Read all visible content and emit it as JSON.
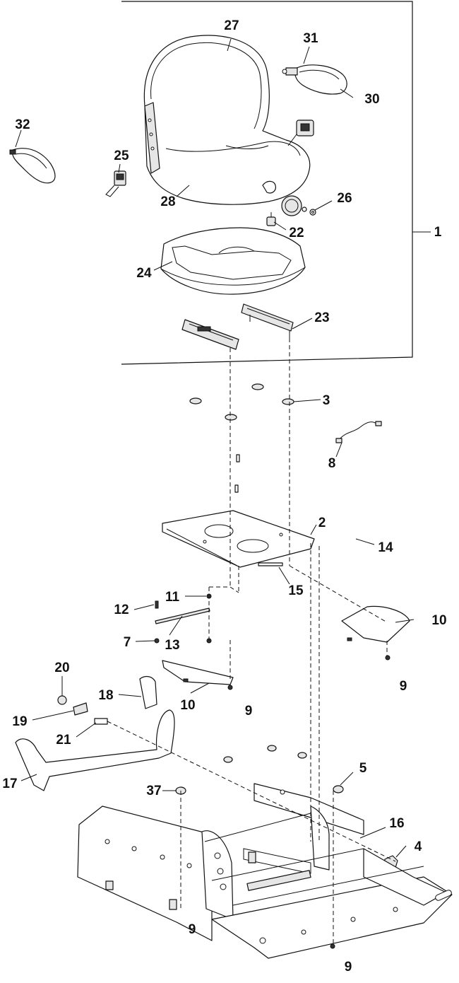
{
  "callouts": {
    "c1": "1",
    "c2": "2",
    "c3": "3",
    "c4": "4",
    "c5": "5",
    "c7": "7",
    "c8": "8",
    "c9a": "9",
    "c9b": "9",
    "c9c": "9",
    "c9d": "9",
    "c10a": "10",
    "c10b": "10",
    "c11": "11",
    "c12": "12",
    "c13": "13",
    "c14": "14",
    "c15": "15",
    "c16": "16",
    "c17": "17",
    "c18": "18",
    "c19": "19",
    "c20": "20",
    "c21": "21",
    "c22": "22",
    "c23": "23",
    "c24": "24",
    "c25": "25",
    "c26": "26",
    "c27": "27",
    "c28": "28",
    "c30": "30",
    "c31": "31",
    "c32": "32",
    "c37": "37"
  }
}
